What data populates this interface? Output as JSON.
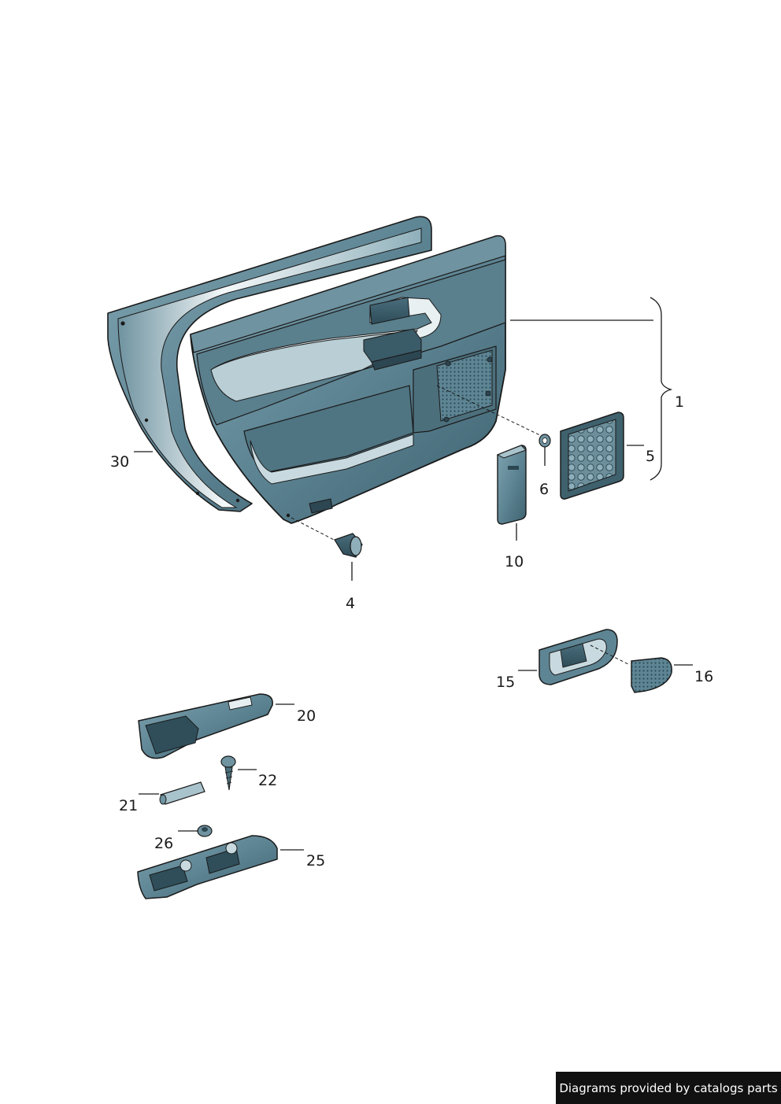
{
  "diagram": {
    "labels": {
      "p1": "1",
      "p4": "4",
      "p5": "5",
      "p6": "6",
      "p10": "10",
      "p15": "15",
      "p16": "16",
      "p20": "20",
      "p21": "21",
      "p22": "22",
      "p25": "25",
      "p26": "26",
      "p30": "30"
    }
  },
  "footer": {
    "credit": "Diagrams provided by catalogs parts"
  },
  "colors": {
    "panel": "#5e8594",
    "panel_dark": "#3d5f6c",
    "panel_light": "#a9c3cc",
    "highlight": "#e6eef1",
    "outline": "#1a1a1a"
  }
}
